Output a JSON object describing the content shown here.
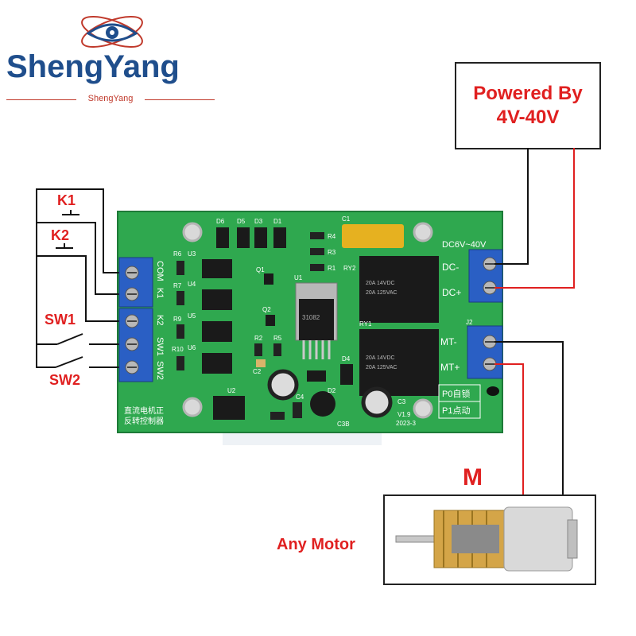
{
  "brand": {
    "name": "ShengYang",
    "subtitle": "ShengYang"
  },
  "power": {
    "text_line1": "Powered By",
    "text_line2": "4V-40V"
  },
  "switches": {
    "k1": "K1",
    "k2": "K2",
    "sw1": "SW1",
    "sw2": "SW2"
  },
  "motor": {
    "symbol": "M",
    "label": "Any Motor"
  },
  "board": {
    "left_terminals": [
      "COM",
      "K1",
      "K2",
      "SW1",
      "SW2"
    ],
    "power_label": "DC6V~40V",
    "dc_minus": "DC-",
    "dc_plus": "DC+",
    "mt_minus": "MT-",
    "mt_plus": "MT+",
    "p0": "P0自锁",
    "p1": "P1点动",
    "title_line1": "直流电机正",
    "title_line2": "反转控制器",
    "version": "V1.9",
    "date": "2023-3",
    "relay_text1": "20A 14VDC",
    "relay_text2": "20A 125VAC",
    "ic_text": "31082",
    "j2": "J2",
    "refs": {
      "d6": "D6",
      "d5": "D5",
      "d3": "D3",
      "d1": "D1",
      "c1": "C1",
      "r4": "R4",
      "r3": "R3",
      "r1": "R1",
      "ry2": "RY2",
      "ry1": "RY1",
      "u1": "U1",
      "u2": "U2",
      "u3": "U3",
      "u4": "U4",
      "u5": "U5",
      "u6": "U6",
      "r6": "R6",
      "r7": "R7",
      "r9": "R9",
      "r10": "R10",
      "r2": "R2",
      "r5": "R5",
      "q1": "Q1",
      "q2": "Q2",
      "c2": "C2",
      "c3": "C3",
      "c4": "C4",
      "d2": "D2",
      "d4": "D4",
      "c3b": "C3B"
    }
  },
  "colors": {
    "pcb": "#2fa84f",
    "terminal": "#2a5fc4",
    "wire_red": "#e02020",
    "brand_blue": "#1f4e8c"
  }
}
